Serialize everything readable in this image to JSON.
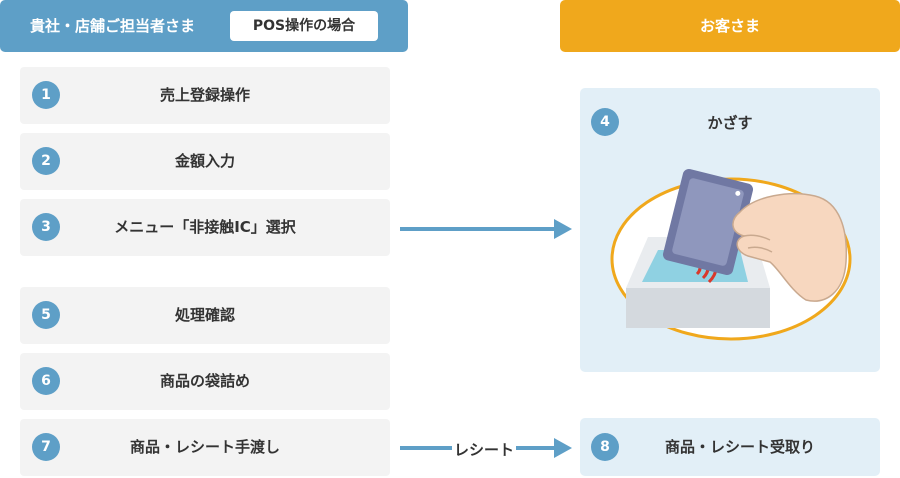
{
  "header_left": {
    "title": "貴社・店舗ご担当者さま",
    "badge": "POS操作の場合"
  },
  "header_right": {
    "title": "お客さま"
  },
  "steps_left": [
    {
      "num": "1",
      "label": "売上登録操作"
    },
    {
      "num": "2",
      "label": "金額入力"
    },
    {
      "num": "3",
      "label": "メニュー「非接触IC」選択"
    },
    {
      "num": "5",
      "label": "処理確認"
    },
    {
      "num": "6",
      "label": "商品の袋詰め"
    },
    {
      "num": "7",
      "label": "商品・レシート手渡し"
    }
  ],
  "steps_right": [
    {
      "num": "4",
      "label": "かざす"
    },
    {
      "num": "8",
      "label": "商品・レシート受取り"
    }
  ],
  "arrow_label": "レシート",
  "colors": {
    "blue": "#5e9fc7",
    "orange": "#f0a81c",
    "panel": "#e2eff7",
    "step_bg": "#f3f3f3"
  }
}
